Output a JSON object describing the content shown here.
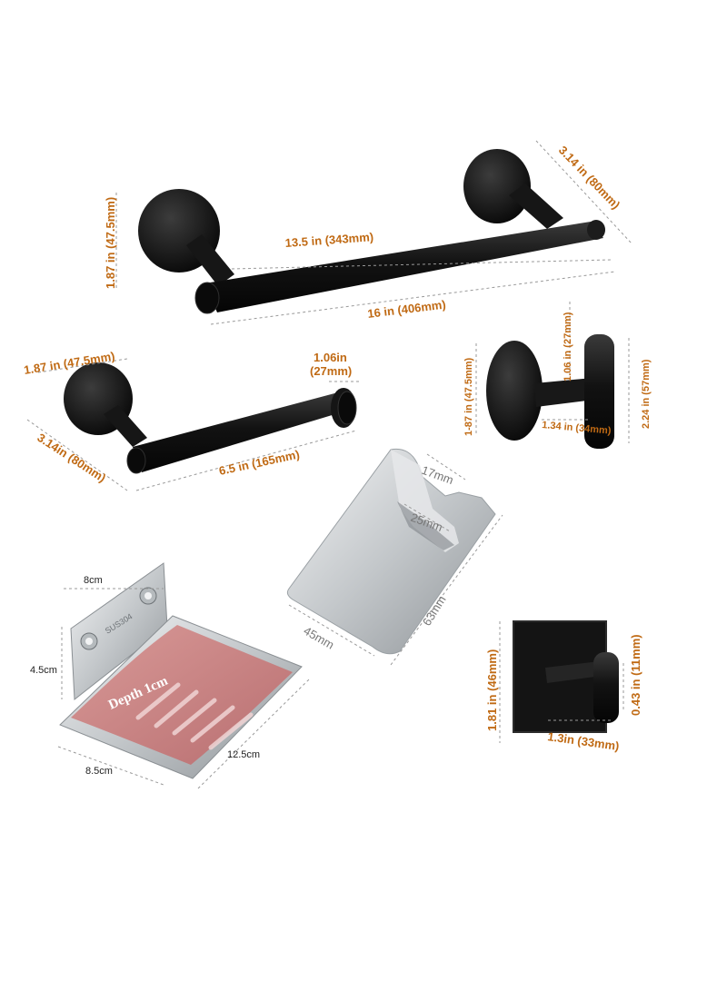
{
  "colors": {
    "label_orange": "#c06a14",
    "hardware_black": "#141414",
    "dash_grey": "#999999",
    "steel": "#cfd3d6",
    "tray_pink": "#c98585"
  },
  "towel_bar": {
    "length_total": "16 in (406mm)",
    "length_inner": "13.5 in (343mm)",
    "base_diameter": "1.87 in (47.5mm)",
    "projection": "3.14 in (80mm)"
  },
  "paper_holder": {
    "base_diameter": "1.87 in (47.5mm)",
    "projection": "3.14in (80mm)",
    "length": "6.5 in (165mm)",
    "cap_line1": "1.06in",
    "cap_line2": "(27mm)"
  },
  "robe_hook": {
    "base_diameter": "1-87 in (47.5mm)",
    "hook_width": "1.06 in (27mm)",
    "hook_projection": "1.34 in (34mm)",
    "hook_height": "2.24 in (57mm)"
  },
  "bracket": {
    "top_gap": "17mm",
    "slot_width": "25mm",
    "base_width": "45mm",
    "height": "63mm"
  },
  "soap_dish": {
    "top_width": "8cm",
    "height": "4.5cm",
    "depth_label": "Depth 1cm",
    "front_width": "8.5cm",
    "length": "12.5cm",
    "stamp": "SUS304"
  },
  "adhesive_hook": {
    "height": "1.81 in (46mm)",
    "hook_height": "0.43 in (11mm)",
    "projection": "1.3in (33mm)"
  }
}
